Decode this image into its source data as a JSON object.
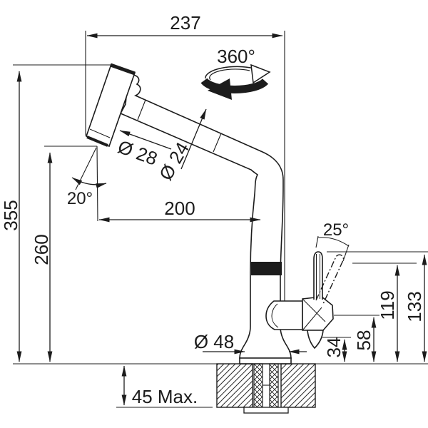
{
  "drawing": {
    "subject": "kitchen-faucet-dimensional-drawing",
    "colors": {
      "line": "#1c1c1c",
      "background": "#ffffff"
    }
  },
  "labels": {
    "spout_reach": "237",
    "swivel_angle": "360°",
    "total_height": "355",
    "spout_height": "260",
    "spout_projection": "200",
    "head_tilt_angle": "20°",
    "head_diameter": "Ø 28",
    "spout_tube_diameter": "Ø 24",
    "lever_tilt_angle": "25°",
    "lever_pivot_height": "119",
    "lever_top_height": "133",
    "body_mid_height": "58",
    "body_base_height": "34",
    "base_diameter": "Ø 48",
    "max_deck_thickness": "45 Max."
  }
}
